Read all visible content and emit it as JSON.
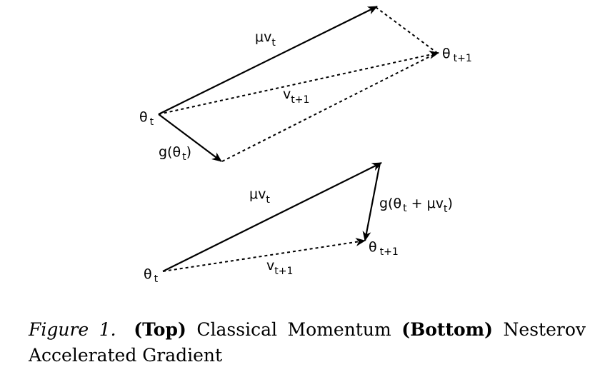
{
  "top_diagram": {
    "labels": {
      "momentum": "μv",
      "momentum_sub": "t",
      "theta_t": "θ",
      "theta_t_sub": "t",
      "theta_next": "θ",
      "theta_next_sub": "t+1",
      "velocity_next": "v",
      "velocity_next_sub": "t+1",
      "gradient_open": "g(θ",
      "gradient_sub": "t",
      "gradient_close": ")"
    }
  },
  "bottom_diagram": {
    "labels": {
      "momentum": "μv",
      "momentum_sub": "t",
      "gradient_open": "g(θ",
      "gradient_sub": "t",
      "gradient_mid": " + μv",
      "gradient_mid_sub": "t",
      "gradient_close": ")",
      "theta_next": "θ",
      "theta_next_sub": "t+1",
      "theta_t": "θ",
      "theta_t_sub": "t",
      "velocity_next": "v",
      "velocity_next_sub": "t+1"
    }
  },
  "caption": {
    "figure_label": "Figure 1.",
    "top_bold": "(Top)",
    "top_text": "Classical Momentum",
    "bottom_bold": "(Bottom)",
    "bottom_text": "Nesterov Accelerated Gradient"
  }
}
